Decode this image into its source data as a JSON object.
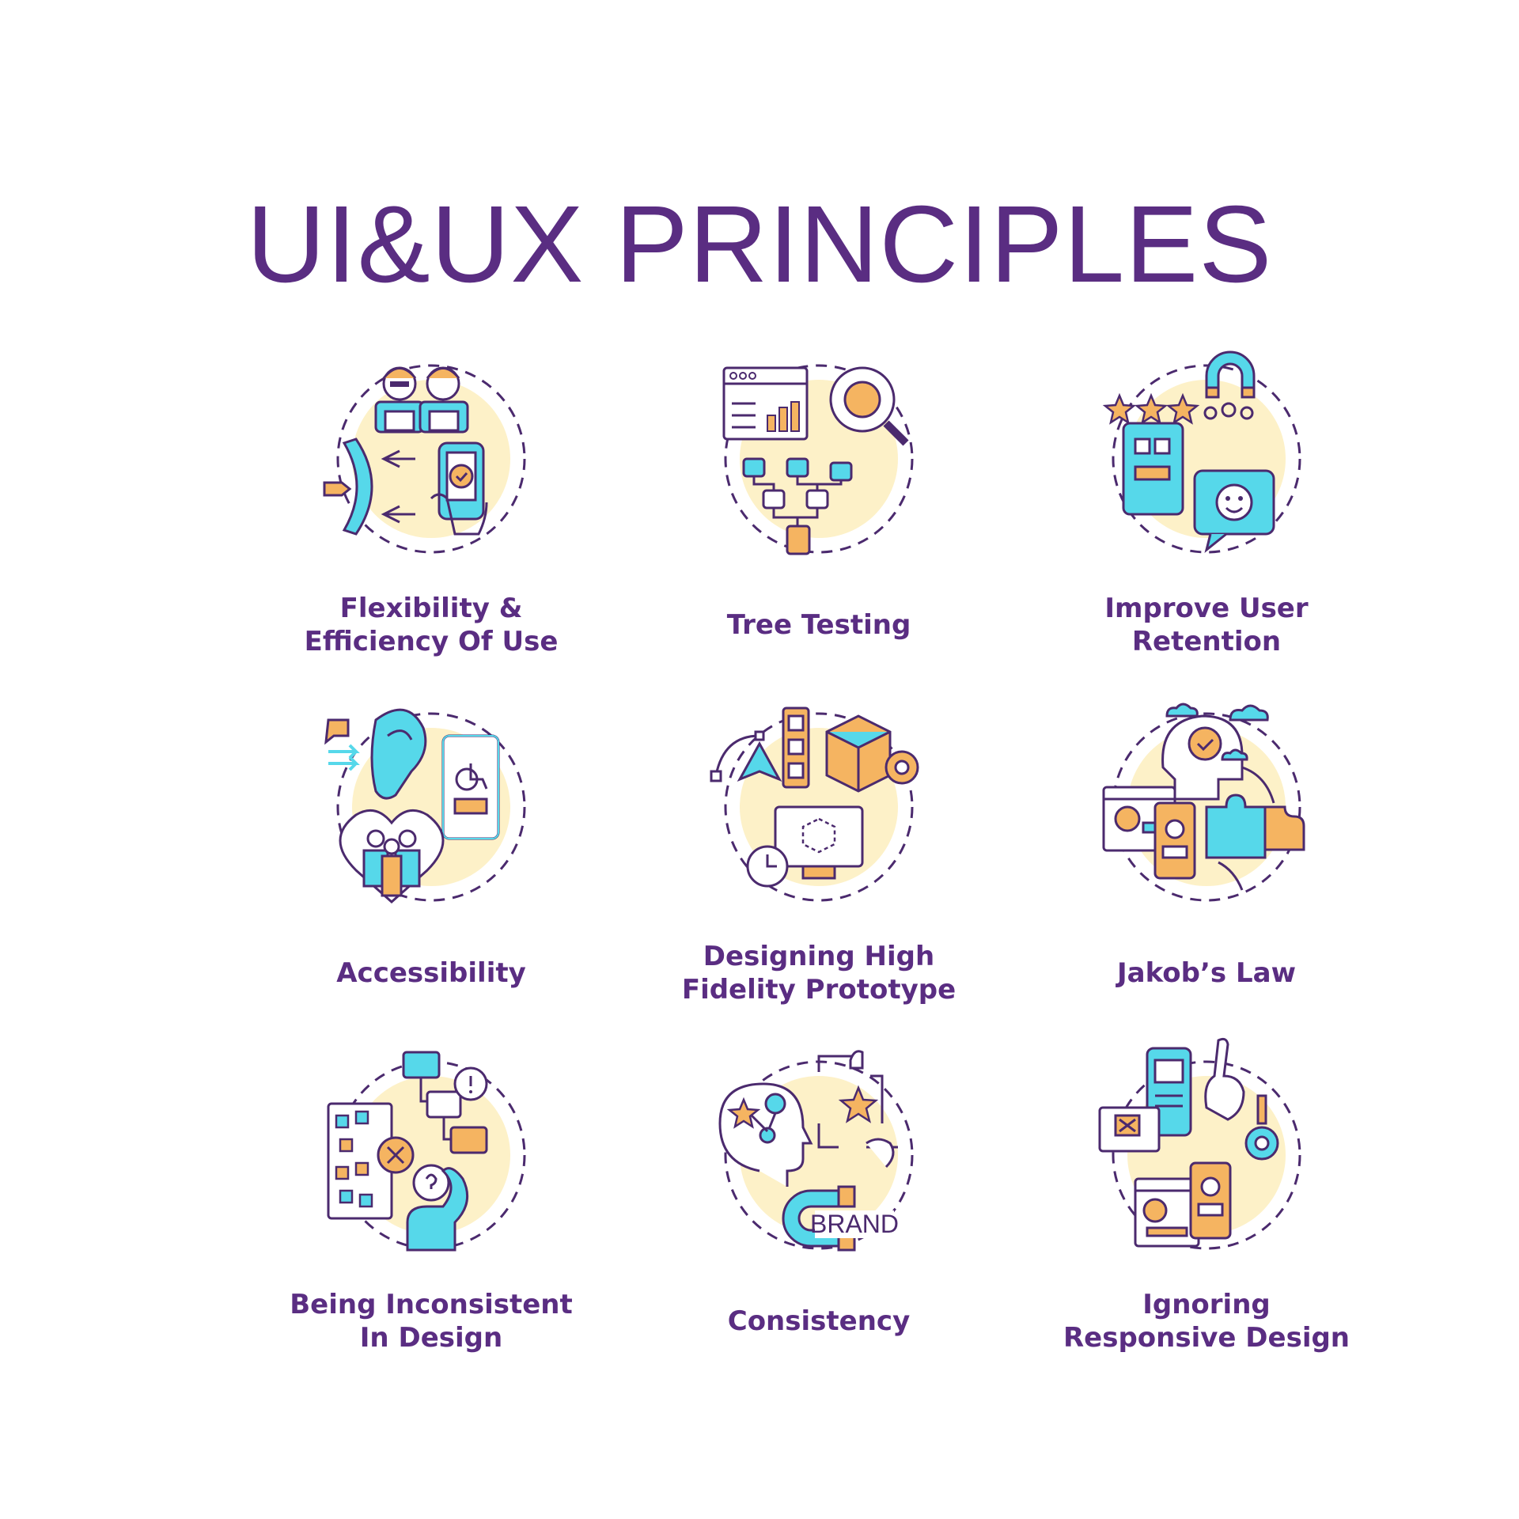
{
  "title": "UI&UX PRINCIPLES",
  "colors": {
    "purple": "#5a2d82",
    "outline": "#4b2a6e",
    "cyan": "#56d8ea",
    "orange": "#f5b461",
    "yellow_bg": "#fdf1c8"
  },
  "items": [
    {
      "icon": "developers-mobile-icon",
      "line1": "Flexibility &",
      "line2": "Efficiency Of Use"
    },
    {
      "icon": "tree-testing-icon",
      "line1": "Tree Testing",
      "line2": ""
    },
    {
      "icon": "user-retention-icon",
      "line1": "Improve User",
      "line2": "Retention"
    },
    {
      "icon": "accessibility-icon",
      "line1": "Accessibility",
      "line2": ""
    },
    {
      "icon": "prototype-icon",
      "line1": "Designing High",
      "line2": "Fidelity Prototype"
    },
    {
      "icon": "jakobs-law-icon",
      "line1": "Jakob’s Law",
      "line2": ""
    },
    {
      "icon": "inconsistent-design-icon",
      "line1": "Being Inconsistent",
      "line2": "In Design"
    },
    {
      "icon": "consistency-icon",
      "line1": "Consistency",
      "line2": ""
    },
    {
      "icon": "responsive-design-icon",
      "line1": "Ignoring",
      "line2": "Responsive Design"
    }
  ],
  "brand_text": "BRAND"
}
